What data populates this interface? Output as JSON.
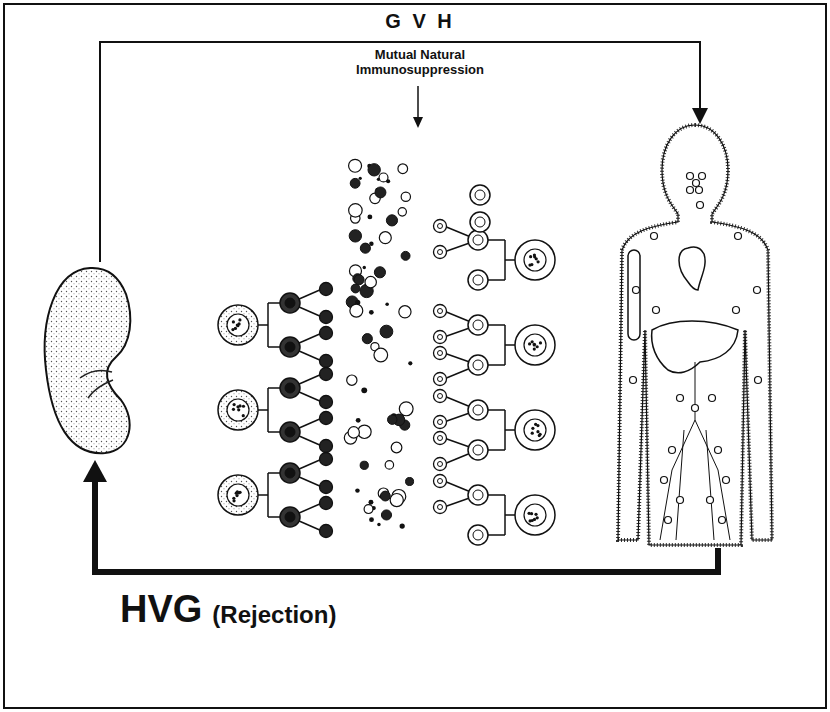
{
  "diagram": {
    "labels": [
      "G V H",
      "Mutual Natural Immunosuppression",
      "HVG",
      "(Rejection)"
    ]
  }
}
